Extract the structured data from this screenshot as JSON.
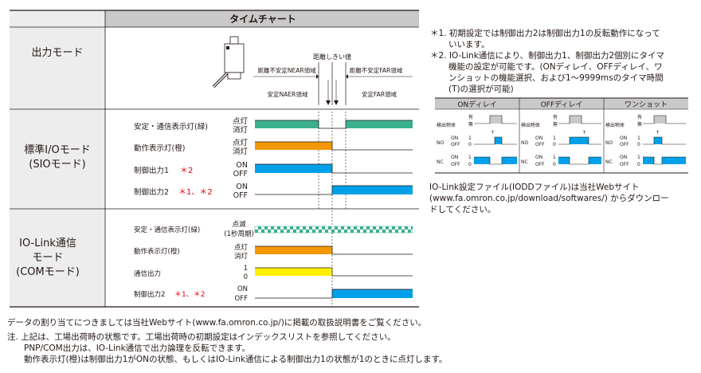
{
  "header": {
    "title": "タイムチャート"
  },
  "rows": {
    "output_mode": "出力モード",
    "standard_io": [
      "標準I/Oモード",
      "(SIOモード)"
    ],
    "iolink": [
      "IO-Link通信",
      "モード",
      "(COMモード)"
    ]
  },
  "sensor_area": {
    "threshold": "距離しきい値",
    "unstable_near": "距離不安定NEAR領域",
    "unstable_far": "距離不安定FAR領域",
    "stable_near": "安定NAER領域",
    "stable_far": "安定FAR領域"
  },
  "standard_signals": [
    {
      "label": "安定・通信表示灯(緑)",
      "states": [
        "点灯",
        "消灯"
      ]
    },
    {
      "label": "動作表示灯(橙)",
      "states": [
        "点灯",
        "消灯"
      ]
    },
    {
      "label": "制御出力1",
      "mark": "＊2",
      "states": [
        "ON",
        "OFF"
      ]
    },
    {
      "label": "制御出力2",
      "mark": "＊1、＊2",
      "states": [
        "ON",
        "OFF"
      ]
    }
  ],
  "iolink_signals": [
    {
      "label": "安定・通信表示灯(緑)",
      "states": [
        "点滅",
        "(1秒周期)"
      ]
    },
    {
      "label": "動作表示灯(橙)",
      "states": [
        "点灯",
        "消灯"
      ]
    },
    {
      "label": "通信出力",
      "states": [
        "1",
        "0"
      ]
    },
    {
      "label": "制御出力2",
      "mark": "＊1、＊2",
      "states": [
        "ON",
        "OFF"
      ]
    }
  ],
  "footnotes": [
    "＊1. 初期設定では制御出力2は制御出力1の反転動作になって",
    "いいます。",
    "＊2. IO-Link通信により、制御出力1、制御出力2個別にタイマ",
    "機能の設定が可能です。(ONディレイ、OFFディレイ、ワ",
    "ンショットの機能選択、および1～9999msのタイマ時間",
    "(T)の選択が可能)"
  ],
  "timer_table": {
    "headers": [
      "ONディレイ",
      "OFFディレイ",
      "ワンショット"
    ],
    "detect_label": "検出物体",
    "presence": [
      "有",
      "無"
    ],
    "no_label": "NO",
    "nc_label": "NC",
    "on_label": "ON",
    "off_label": "OFF",
    "one": "1",
    "zero": "0",
    "t_label": "T"
  },
  "iodd_note": [
    "IO-Link設定ファイル(IODDファイル)は当社Webサイト",
    "(www.fa.omron.co.jp/download/softwares/) からダウンロー",
    "ドしてください。"
  ],
  "bottom_notes": [
    "データの割り当てにつきましては当社Webサイト(www.fa.omron.co.jp/)に掲載の取扱説明書をご覧ください。",
    "注. 上記は、工場出荷時の状態です。工場出荷時の初期設定はインデックスリストを参照してください。",
    "PNP/COM出力は、IO-Link通信で出力論理を反転できます。",
    "動作表示灯(橙)は制御出力1がONの状態、もしくはIO-Link通信による制御出力1の状態が1のときに点灯します。"
  ],
  "colors": {
    "green": "#3bb08f",
    "orange": "#f39800",
    "blue": "#00a0e9",
    "yellow": "#fff100",
    "red": "#e60012",
    "gray": "#c9c9c9"
  }
}
